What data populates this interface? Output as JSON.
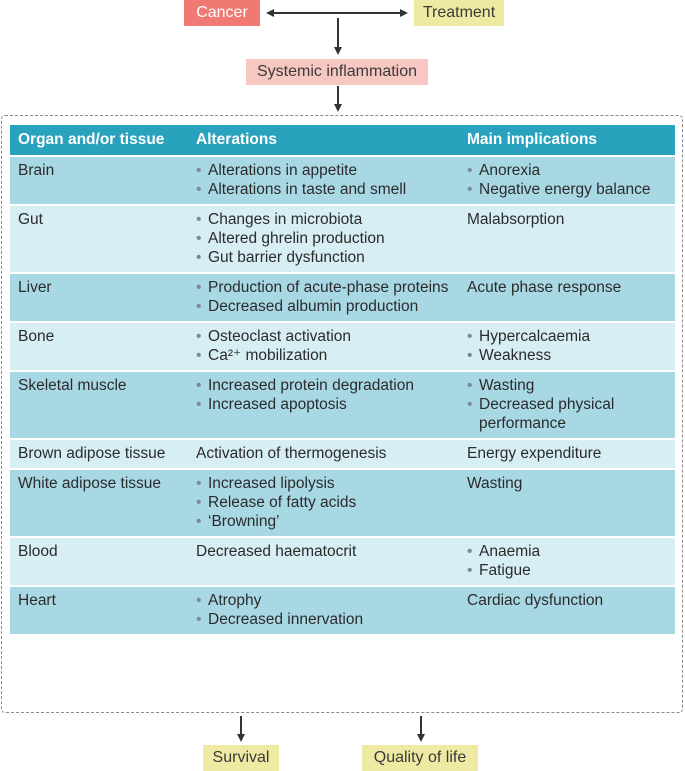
{
  "top": {
    "cancer": "Cancer",
    "treatment": "Treatment",
    "systemic": "Systemic inflammation"
  },
  "bottom": {
    "survival": "Survival",
    "quality_of_life": "Quality of life"
  },
  "table": {
    "headers": [
      "Organ and/or tissue",
      "Alterations",
      "Main implications"
    ],
    "rows": [
      {
        "organ": "Brain",
        "alterations": [
          "Alterations in appetite",
          "Alterations in taste and smell"
        ],
        "implications": [
          "Anorexia",
          "Negative energy balance"
        ]
      },
      {
        "organ": "Gut",
        "alterations": [
          "Changes in microbiota",
          "Altered ghrelin production",
          "Gut barrier dysfunction"
        ],
        "implications": "Malabsorption"
      },
      {
        "organ": "Liver",
        "alterations": [
          "Production of acute-phase proteins",
          "Decreased albumin production"
        ],
        "implications": "Acute phase response"
      },
      {
        "organ": "Bone",
        "alterations": [
          "Osteoclast activation",
          "Ca²⁺ mobilization"
        ],
        "implications": [
          "Hypercalcaemia",
          "Weakness"
        ]
      },
      {
        "organ": "Skeletal muscle",
        "alterations": [
          "Increased protein degradation",
          "Increased apoptosis"
        ],
        "implications": [
          "Wasting",
          "Decreased physical performance"
        ]
      },
      {
        "organ": "Brown adipose tissue",
        "alterations": "Activation of thermogenesis",
        "implications": "Energy expenditure"
      },
      {
        "organ": "White adipose tissue",
        "alterations": [
          "Increased lipolysis",
          "Release of fatty acids",
          "‘Browning’"
        ],
        "implications": "Wasting"
      },
      {
        "organ": "Blood",
        "alterations": "Decreased haematocrit",
        "implications": [
          "Anaemia",
          "Fatigue"
        ]
      },
      {
        "organ": "Heart",
        "alterations": [
          "Atrophy",
          "Decreased innervation"
        ],
        "implications": "Cardiac dysfunction"
      }
    ]
  },
  "colors": {
    "header": "#29a3bd",
    "row_dark": "#a9d8e5",
    "row_light": "#d6eef4",
    "cancer": "#f07a73",
    "systemic": "#f7c7c2",
    "outcome": "#eeeaa3"
  }
}
